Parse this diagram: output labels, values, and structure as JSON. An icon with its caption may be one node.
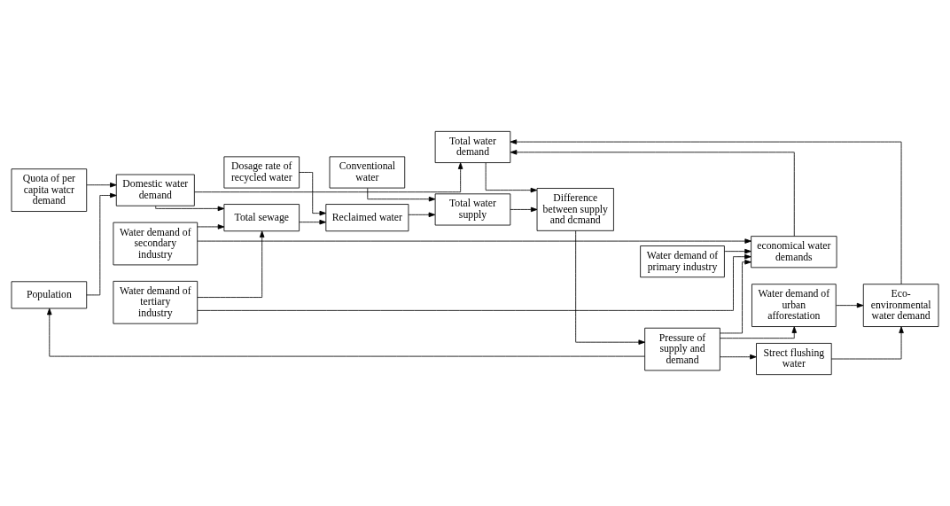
{
  "diagram": {
    "nodes": [
      {
        "text": [
          "Population"
        ]
      },
      {
        "text": [
          "Quota of per capita watcr demand"
        ]
      },
      {
        "text": [
          "Domestic water demand"
        ]
      },
      {
        "text": [
          "Total water demand"
        ]
      },
      {
        "text": [
          "Difference between supply and dcmand"
        ]
      },
      {
        "text": [
          "Total water supply"
        ]
      },
      {
        "text": [
          "Pressure of supply and demand"
        ]
      },
      {
        "text": [
          "Water demand of urban afforestation"
        ]
      },
      {
        "text": [
          "Eco-environmental water demand"
        ]
      },
      {
        "text": [
          "Strect flushing water"
        ]
      },
      {
        "text": [
          "Total sewage"
        ]
      },
      {
        "text": [
          "Reclaimed water"
        ]
      },
      {
        "text": [
          "Conventional water"
        ]
      },
      {
        "text": [
          "Water demand of primary industry"
        ]
      },
      {
        "text": [
          "economical water demands"
        ]
      },
      {
        "text": [
          "Water demand of secondary industry"
        ]
      },
      {
        "text": [
          "Dosage rate of recycled water"
        ]
      },
      {
        "text": [
          "Water demand of tertiary industry"
        ]
      }
    ],
    "edges": [
      {
        "from": 0,
        "to": 2,
        "arrow": "to"
      },
      {
        "from": 1,
        "to": 2,
        "arrow": "to"
      },
      {
        "from": 2,
        "to": 10,
        "arrow": "to"
      },
      {
        "from": 2,
        "to": 3,
        "arrow": "to"
      },
      {
        "from": 8,
        "to": 3,
        "arrow": "to"
      },
      {
        "from": 14,
        "to": 3,
        "arrow": "to"
      },
      {
        "from": 3,
        "to": 4,
        "arrow": "to"
      },
      {
        "from": 5,
        "to": 4,
        "arrow": "to"
      },
      {
        "from": 4,
        "to": 6,
        "arrow": "to"
      },
      {
        "from": 6,
        "to": 0,
        "arrow": "to"
      },
      {
        "from": 6,
        "to": 9,
        "arrow": "to"
      },
      {
        "from": 6,
        "to": 7,
        "arrow": "to"
      },
      {
        "from": 6,
        "to": 14,
        "arrow": "to"
      },
      {
        "from": 7,
        "to": 8,
        "arrow": "to"
      },
      {
        "from": 9,
        "to": 8,
        "arrow": "to"
      },
      {
        "from": 10,
        "to": 11,
        "arrow": "to"
      },
      {
        "from": 11,
        "to": 5,
        "arrow": "to"
      },
      {
        "from": 12,
        "to": 5,
        "arrow": "to"
      },
      {
        "from": 16,
        "to": 11,
        "arrow": "to"
      },
      {
        "from": 13,
        "to": 14,
        "arrow": "to"
      },
      {
        "from": 15,
        "to": 14,
        "arrow": "to"
      },
      {
        "from": 17,
        "to": 14,
        "arrow": "to"
      },
      {
        "from": 15,
        "to": 10,
        "arrow": "to"
      },
      {
        "from": 17,
        "to": 10,
        "arrow": "to"
      }
    ]
  }
}
